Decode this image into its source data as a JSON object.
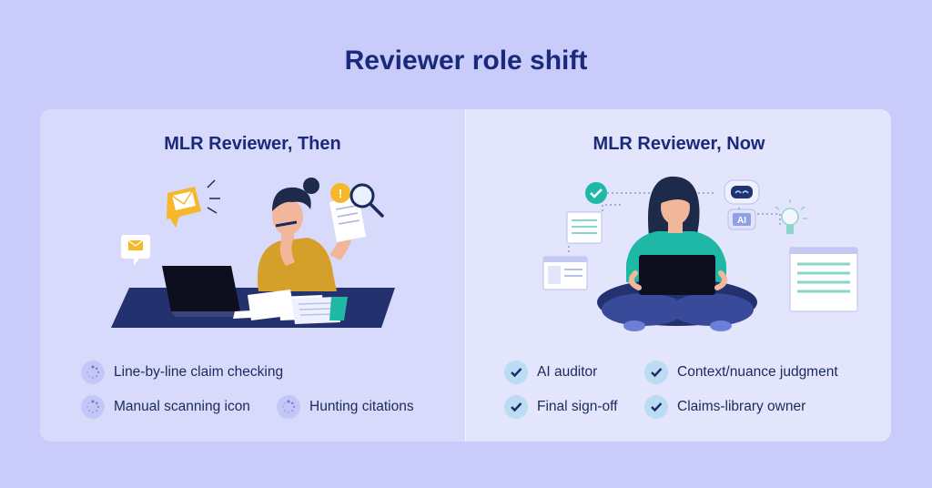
{
  "title": "Reviewer role shift",
  "left": {
    "heading": "MLR Reviewer, Then",
    "items": [
      "Line-by-line claim checking",
      "Manual scanning icon",
      "Hunting citations"
    ],
    "bullet_icon": "loading-spinner-icon"
  },
  "right": {
    "heading": "MLR Reviewer, Now",
    "items": [
      "AI auditor",
      "Context/nuance judgment",
      "Final sign-off",
      "Claims-library owner"
    ],
    "bullet_icon": "checkmark-icon",
    "robot_badge": "AI"
  },
  "colors": {
    "background": "#c9ccfb",
    "heading": "#1a2a7a",
    "left_panel": "#d8dafc",
    "right_panel": "#e3e5fd",
    "accent_yellow": "#f6b72a",
    "accent_teal": "#1fb8a6"
  }
}
